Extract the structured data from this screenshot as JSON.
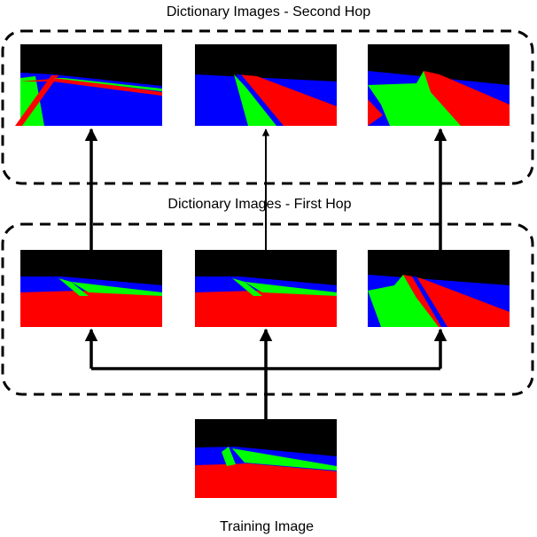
{
  "title_second_hop": "Dictionary Images - Second Hop",
  "title_first_hop": "Dictionary Images - First Hop",
  "training_label": "Training Image",
  "colors": {
    "black": "#000000",
    "red": "#ff0000",
    "blue": "#0000ff",
    "green": "#00ff00",
    "frame": "#000000"
  }
}
